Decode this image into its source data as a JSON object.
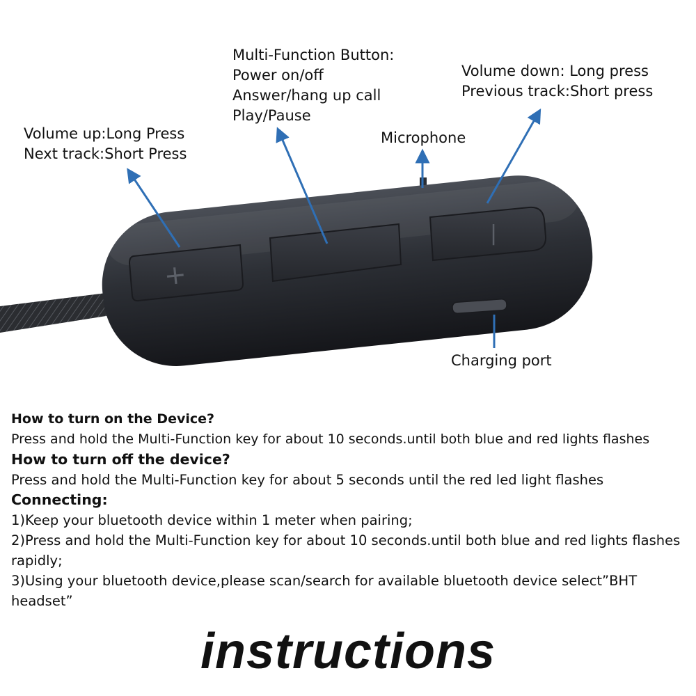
{
  "labels": {
    "volume_up": [
      "Volume up:Long Press",
      "Next track:Short Press"
    ],
    "multi_function": [
      "Multi-Function Button:",
      "Power on/off",
      "Answer/hang up call",
      "Play/Pause"
    ],
    "microphone": "Microphone",
    "volume_down": [
      "Volume down: Long press",
      "Previous track:Short press"
    ],
    "charging_port": "Charging port"
  },
  "buttons": {
    "plus_symbol": "+",
    "minus_symbol": "|"
  },
  "instructions": {
    "turn_on_heading": "How to turn on the Device?",
    "turn_on_text": "Press and hold the Multi-Function key for about 10 seconds.until both blue and red lights flashes",
    "turn_off_heading": "How to turn off the device?",
    "turn_off_text": "Press and hold the Multi-Function key for about 5 seconds until the red led light flashes",
    "connecting_heading": "Connecting:",
    "steps": [
      "1)Keep your bluetooth device within 1 meter when pairing;",
      "2)Press and hold the Multi-Function key for about 10 seconds.until both blue and red lights flashes rapidly;",
      "3)Using your bluetooth device,please scan/search for available bluetooth device select”BHT headset”"
    ]
  },
  "title": "instructions",
  "colors": {
    "arrow": "#2f6fb5",
    "device": "#2a2d33",
    "cable": "#3a3c40"
  }
}
